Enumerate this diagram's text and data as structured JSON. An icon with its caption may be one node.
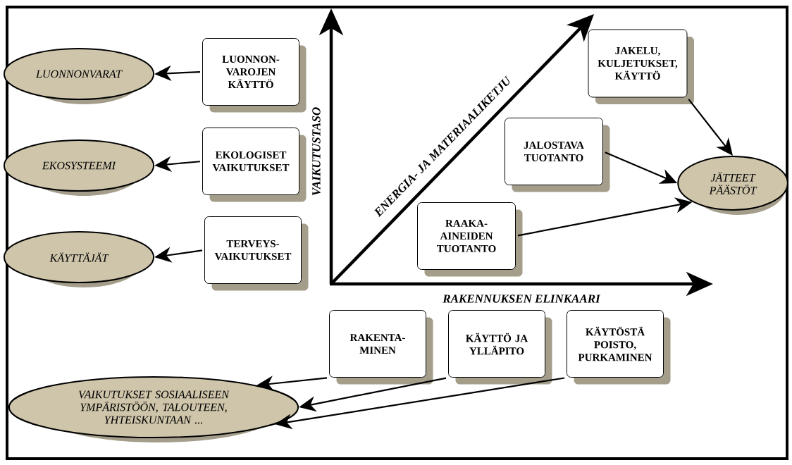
{
  "diagram": {
    "nodes": [
      {
        "text": [
          "LUONNONVARAT"
        ]
      },
      {
        "text": [
          "EKOSYSTEEMI"
        ]
      },
      {
        "text": [
          "KÄYTTÄJÄT"
        ]
      },
      {
        "text": [
          "LUONNON- VAROJEN KÄYTTÖ"
        ]
      },
      {
        "text": [
          "EKOLOGISET VAIKUTUKSET"
        ]
      },
      {
        "text": [
          "TERVEYS- VAIKUTUKSET"
        ]
      },
      {
        "text": [
          "JAKELU, KULJETUKSET, KÄYTTÖ"
        ]
      },
      {
        "text": [
          "JALOSTAVA TUOTANTO"
        ]
      },
      {
        "text": [
          "RAAKA- AINEIDEN TUOTANTO"
        ]
      },
      {
        "text": [
          "JÄTTEET PÄÄSTÖT"
        ]
      },
      {
        "text": [
          "RAKENTA- MINEN"
        ]
      },
      {
        "text": [
          "KÄYTTÖ JA YLLÄPITO"
        ]
      },
      {
        "text": [
          "KÄYTÖSTÄ POISTO, PURKAMINEN"
        ]
      },
      {
        "text": [
          "VAIKUTUKSET SOSIAALISEEN YMPÄRISTÖÖN, TALOUTEEN, YHTEISKUNTAAN ..."
        ]
      }
    ],
    "edges": [
      {
        "from": 3,
        "to": 0,
        "arrow": "to"
      },
      {
        "from": 4,
        "to": 1,
        "arrow": "to"
      },
      {
        "from": 5,
        "to": 2,
        "arrow": "to"
      },
      {
        "from": 6,
        "to": 9,
        "arrow": "to"
      },
      {
        "from": 7,
        "to": 9,
        "arrow": "to"
      },
      {
        "from": 8,
        "to": 9,
        "arrow": "to"
      },
      {
        "from": 10,
        "to": 13,
        "arrow": "to"
      },
      {
        "from": 11,
        "to": 13,
        "arrow": "to"
      },
      {
        "from": 12,
        "to": 13,
        "arrow": "to"
      }
    ],
    "labels": [
      "VAIKUTUSTASO",
      "ENERGIA- JA MATERIAALIKETJU",
      "RAKENNUKSEN ELINKAARI"
    ]
  }
}
